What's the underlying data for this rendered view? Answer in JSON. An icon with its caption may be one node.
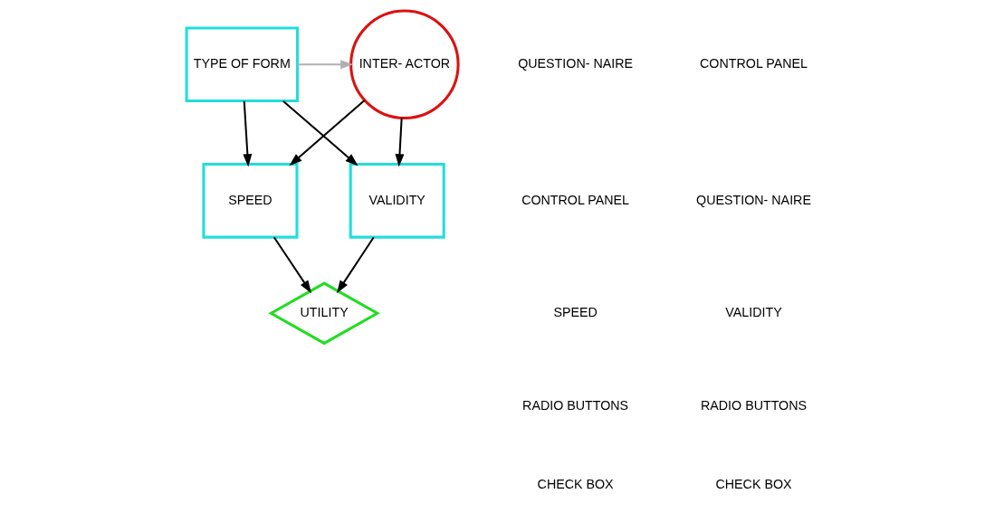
{
  "diagram": {
    "nodes": [
      {
        "text": [
          "TYPE OF FORM"
        ]
      },
      {
        "text": [
          "INTER- ACTOR"
        ]
      },
      {
        "text": [
          "SPEED"
        ]
      },
      {
        "text": [
          "VALIDITY"
        ]
      },
      {
        "text": [
          "UTILITY"
        ]
      }
    ],
    "edges": [
      {
        "from": 0,
        "to": 1,
        "arrow": "to",
        "color": "#b0b0b0"
      },
      {
        "from": 0,
        "to": 2,
        "arrow": "to"
      },
      {
        "from": 0,
        "to": 3,
        "arrow": "to"
      },
      {
        "from": 1,
        "to": 2,
        "arrow": "to"
      },
      {
        "from": 1,
        "to": 3,
        "arrow": "to"
      },
      {
        "from": 2,
        "to": 4,
        "arrow": "to"
      },
      {
        "from": 3,
        "to": 4,
        "arrow": "to"
      }
    ],
    "labels": [
      "QUESTION- NAIRE",
      "CONTROL PANEL",
      "SPEED",
      "RADIO BUTTONS",
      "CHECK BOX",
      "CONTROL PANEL",
      "QUESTION- NAIRE",
      "VALIDITY",
      "RADIO BUTTONS",
      "CHECK BOX"
    ]
  }
}
